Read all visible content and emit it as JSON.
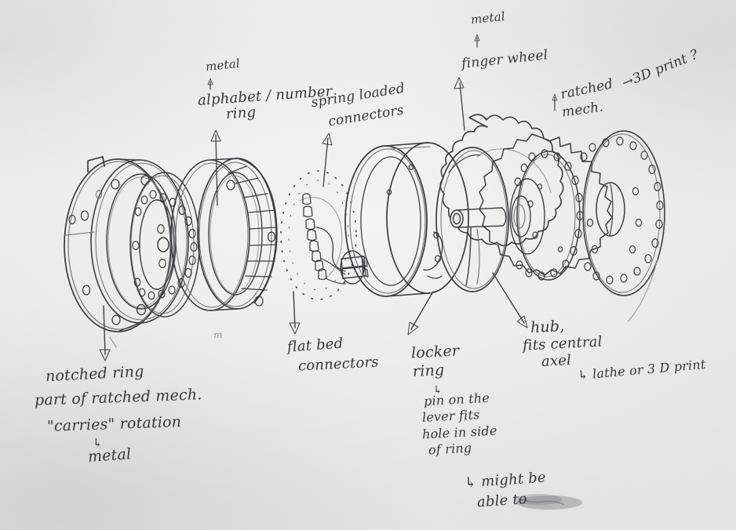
{
  "document": {
    "kind": "hand-drawn-sketch",
    "medium": "pencil on paper",
    "subject": "exploded assembly diagram of a rotating ratchet / combination-dial mechanism",
    "paper_color": "#e9ebe8",
    "pencil_color": "#3c3f41"
  },
  "annotations": {
    "alphabet_ring_material": "metal",
    "alphabet_ring_material_arrow": "↑",
    "alphabet_ring_line1": "alphabet / number",
    "alphabet_ring_line2": "ring",
    "spring_connectors_line1": "spring loaded",
    "spring_connectors_line2": "connectors",
    "finger_wheel_material": "metal",
    "finger_wheel_material_arrow": "↑",
    "finger_wheel_label": "finger wheel",
    "ratchet_mech_arrow": "↑",
    "ratchet_mech_line1": "ratched",
    "ratchet_mech_line2": "mech.",
    "three_d_print_note": "→3D print ?",
    "notched_ring_line1": "notched ring",
    "notched_ring_line2": "part of ratched mech.",
    "notched_ring_line3": "\"carries\" rotation",
    "notched_ring_arrow": "↳",
    "notched_ring_material": "metal",
    "flat_bed_line1": "flat bed",
    "flat_bed_line2": "connectors",
    "locker_ring_line1": "locker",
    "locker_ring_line2": "ring",
    "locker_ring_arrow": "↳",
    "locker_ring_note1": "pin on the",
    "locker_ring_note2": "lever fits",
    "locker_ring_note3": "hole in side",
    "locker_ring_note4": "of ring",
    "hub_line1": "hub,",
    "hub_line2": "fits central",
    "hub_line3": "axel",
    "hub_method_note": "↳ lathe or 3 D print",
    "bottom_note_line1": "↳ might be",
    "bottom_note_line2": "able to ",
    "bottom_note_smudged": "[erased word]",
    "stray_mark": "m"
  },
  "parts": [
    {
      "id": "notched-ring",
      "name": "notched ring",
      "note": "part of ratched mech., carries rotation, metal"
    },
    {
      "id": "perforated-disc",
      "name": "perforated disc",
      "note": "drilled hole pattern"
    },
    {
      "id": "alphabet-ring",
      "name": "alphabet / number ring",
      "note": "metal, segmented outer band"
    },
    {
      "id": "spring-connectors",
      "name": "spring loaded connectors",
      "note": "flat bed connectors"
    },
    {
      "id": "locker-ring",
      "name": "locker ring",
      "note": "pin on the lever fits hole in side of ring"
    },
    {
      "id": "hub-disc",
      "name": "hub disc",
      "note": "hub, fits central axel, lathe or 3D print"
    },
    {
      "id": "finger-wheel",
      "name": "finger wheel",
      "note": "metal, scalloped rim"
    },
    {
      "id": "ratchet-gear",
      "name": "ratchet gear",
      "note": "ratched mech., 3D print?"
    },
    {
      "id": "end-plate",
      "name": "perforated end plate",
      "note": "central slot for axel"
    }
  ]
}
